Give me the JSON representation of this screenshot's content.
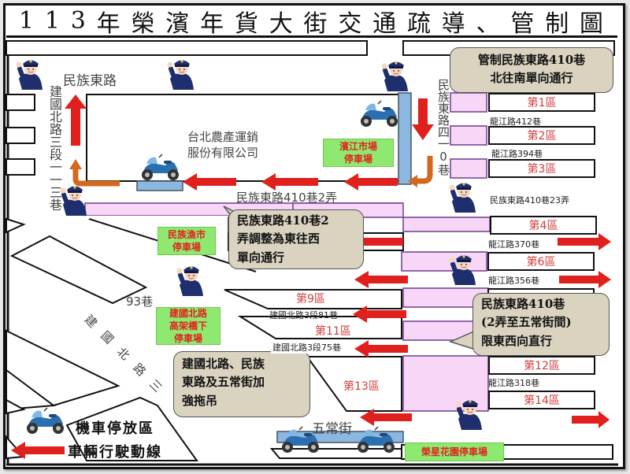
{
  "title": [
    "1",
    "1",
    "3",
    "年",
    "榮",
    "濱",
    "年",
    "貨",
    "大",
    "街",
    "交",
    "通",
    "疏",
    "導",
    "、",
    "管",
    "制",
    "圖"
  ],
  "roads": {
    "minzu_east": "民族東路",
    "jianguo_north_113": "建國北路三段一一三巷",
    "minzu_east_410": "民族東路四一0巷",
    "lane_410_2": "民族東路410巷2弄",
    "lane_410_23": "民族東路410巷23弄",
    "longjiang_412": "龍江路412巷",
    "longjiang_394": "龍江路394巷",
    "longjiang_370": "龍江路370巷",
    "longjiang_356": "龍江路356巷",
    "longjiang_318": "龍江路318巷",
    "jianguo_81": "建國北路3段81巷",
    "jianguo_75": "建國北路3段75巷",
    "lane_93": "93巷",
    "jianguo_north_3": "建國北路三",
    "wuchang": "五常街"
  },
  "building": {
    "line1": "台北農產運銷",
    "line2": "服份有限公司"
  },
  "zones": [
    "第1區",
    "第2區",
    "第3區",
    "第4區",
    "第6區",
    "第9區",
    "第11區",
    "第12區",
    "第13區",
    "第14區"
  ],
  "parking": {
    "binjiang": [
      "濱江市場",
      "停車場"
    ],
    "minzu_fish": [
      "民族漁市",
      "停車場"
    ],
    "jianguo_viaduct": [
      "建國北路",
      "高架橋下",
      "停車場"
    ],
    "rongxing": "榮星花園停車場"
  },
  "callouts": {
    "control_410": [
      "管制民族東路410巷",
      "北往南單向通行"
    ],
    "lane2_adjust": [
      "民族東路410巷2",
      "弄調整為東往西",
      "單向通行"
    ],
    "lane410_section": [
      "民族東路410巷",
      "(2弄至五常街間)",
      "限東西向直行"
    ],
    "towing": [
      "建國北路、民族",
      "東路及五常街加",
      "強拖吊"
    ]
  },
  "legend": {
    "motorcycle_area": "機車停放區",
    "vehicle_route": "車輛行駛動線"
  },
  "icons": {
    "police": "police-officer-icon",
    "motorcycle": "motorcycle-icon",
    "arrow": "traffic-direction-arrow-icon"
  },
  "colors": {
    "arrow_red": "#e0201c",
    "arrow_orange": "#d2691e",
    "zone_text": "#d23c3c",
    "pink_block": "#f7d6f7",
    "parking_green": "#8fe870",
    "callout_bg": "#d9d3c0",
    "motorcycle_bay": "#8cb8e0"
  }
}
